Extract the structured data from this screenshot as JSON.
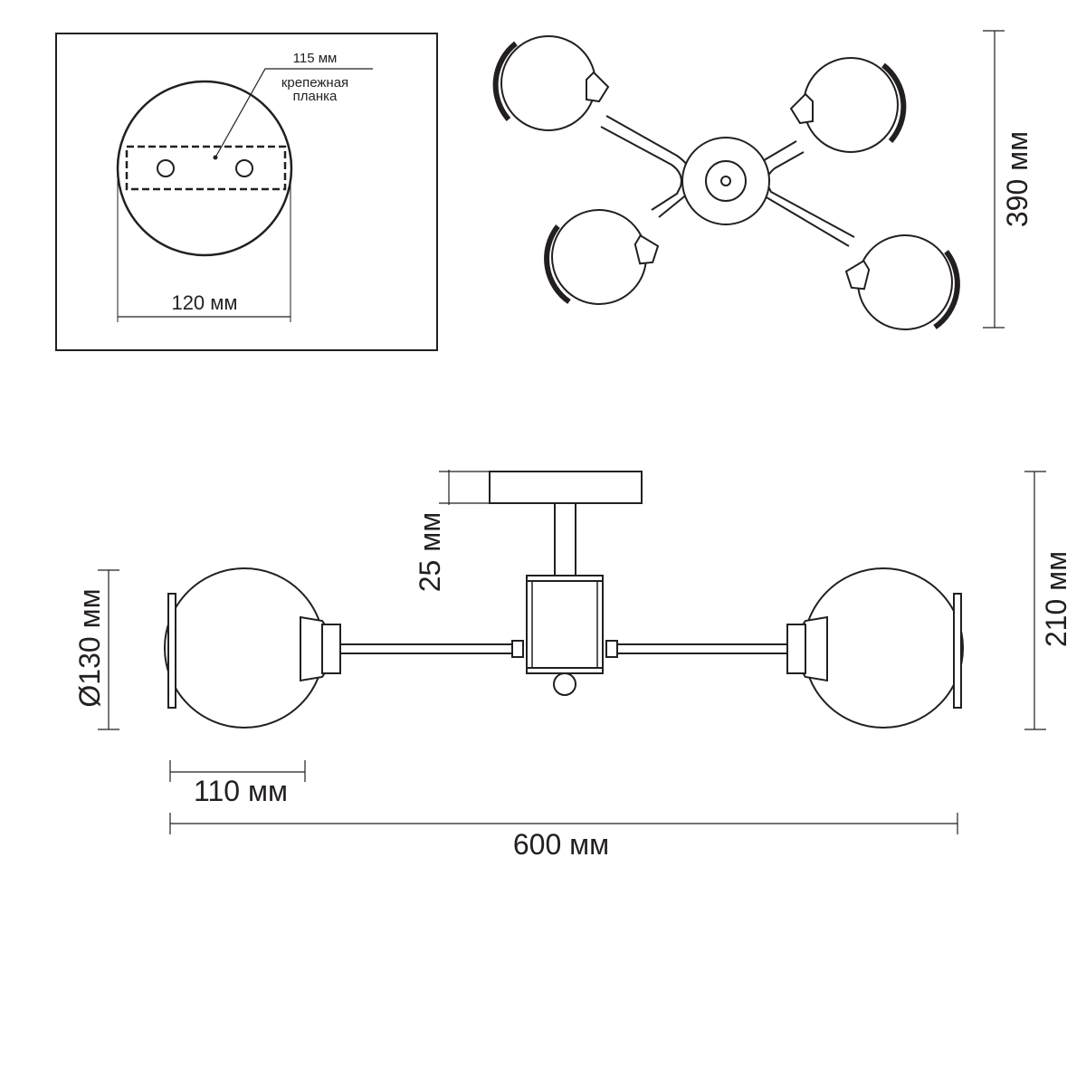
{
  "inset": {
    "plate_width_label": "115 мм",
    "plate_name_line1": "крепежная",
    "plate_name_line2": "планка",
    "base_diameter_label": "120 мм"
  },
  "top_view": {
    "depth_label": "390 мм"
  },
  "side_view": {
    "canopy_height_label": "25 мм",
    "total_height_label": "210 мм",
    "shade_diameter_label": "Ø130 мм",
    "shade_length_label": "110 мм",
    "total_width_label": "600 мм"
  }
}
